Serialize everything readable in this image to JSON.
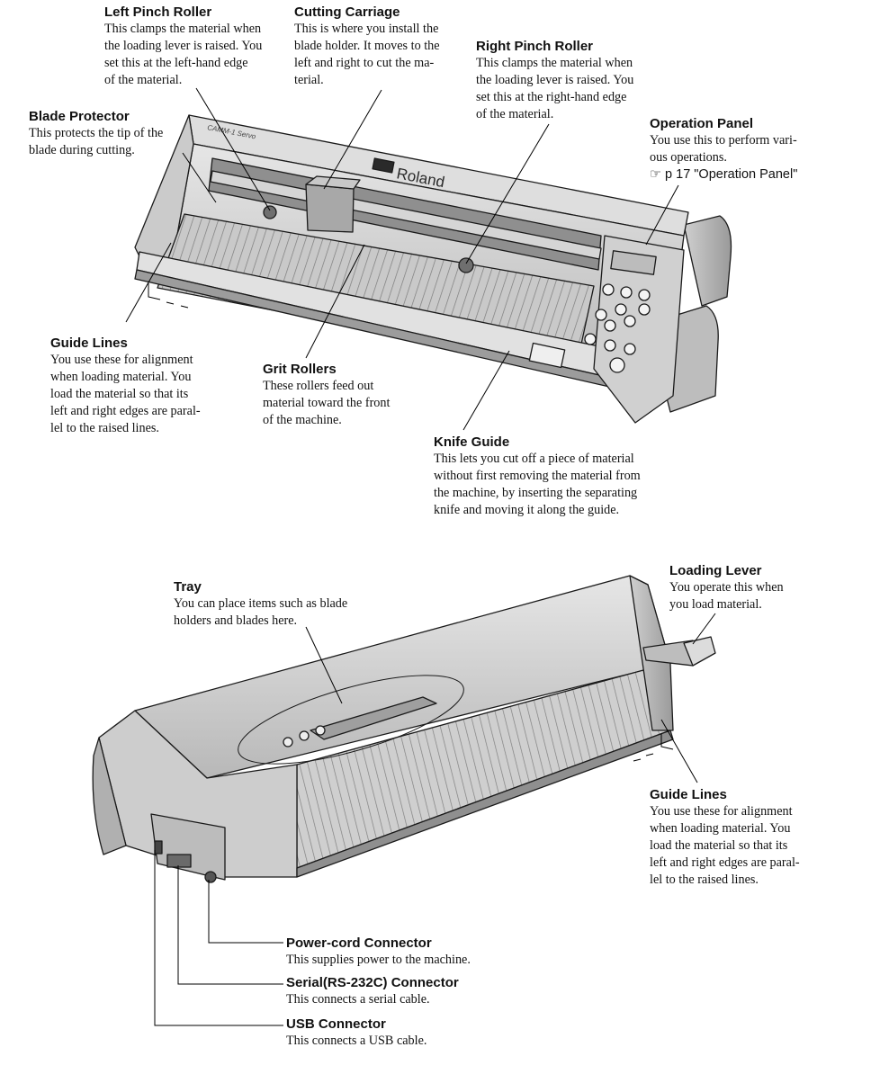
{
  "callouts": {
    "left_pinch_roller": {
      "title": "Left Pinch Roller",
      "desc": "This clamps the material when\nthe loading lever is raised. You\nset this at the left-hand edge\nof the material."
    },
    "cutting_carriage": {
      "title": "Cutting Carriage",
      "desc": "This is where you install the\nblade holder. It moves to the\nleft and right to cut the ma-\nterial."
    },
    "right_pinch_roller": {
      "title": "Right Pinch Roller",
      "desc": "This clamps the material when\nthe loading lever is raised. You\nset this at the right-hand edge\nof the material."
    },
    "blade_protector": {
      "title": "Blade Protector",
      "desc": "This protects the tip of the\nblade during cutting."
    },
    "operation_panel": {
      "title": "Operation Panel",
      "desc": "You use this to perform vari-\nous operations.",
      "ref_symbol": "☞",
      "ref_text": "p 17 \"Operation Panel\""
    },
    "guide_lines_front": {
      "title": "Guide Lines",
      "desc": "You use these for alignment\nwhen loading material. You\nload the material so that its\nleft and right edges are paral-\nlel to the raised lines."
    },
    "grit_rollers": {
      "title": "Grit Rollers",
      "desc": "These rollers feed out\nmaterial toward the front\nof the machine."
    },
    "knife_guide": {
      "title": "Knife Guide",
      "desc": "This lets you cut off a piece of material\nwithout first removing the material from\nthe machine, by inserting the separating\nknife and moving it along the guide."
    },
    "tray": {
      "title": "Tray",
      "desc": "You can place items such as blade\nholders and blades here."
    },
    "loading_lever": {
      "title": "Loading Lever",
      "desc": "You operate this when\nyou load material."
    },
    "guide_lines_rear": {
      "title": "Guide Lines",
      "desc": "You use these for alignment\nwhen loading material. You\nload the material so that its\nleft and right edges are paral-\nlel to the raised lines."
    },
    "power_cord_connector": {
      "title": "Power-cord Connector",
      "desc": "This supplies power to the machine."
    },
    "serial_connector": {
      "title": "Serial(RS-232C) Connector",
      "desc": "This connects a serial cable."
    },
    "usb_connector": {
      "title": "USB Connector",
      "desc": "This connects a USB cable."
    }
  },
  "machine": {
    "brand": "Roland",
    "model": "CAMM-1 Servo"
  },
  "colors": {
    "body": "#d9d9d9",
    "body_dark": "#a6a6a6",
    "outline": "#1a1a1a",
    "leader": "#000000"
  }
}
